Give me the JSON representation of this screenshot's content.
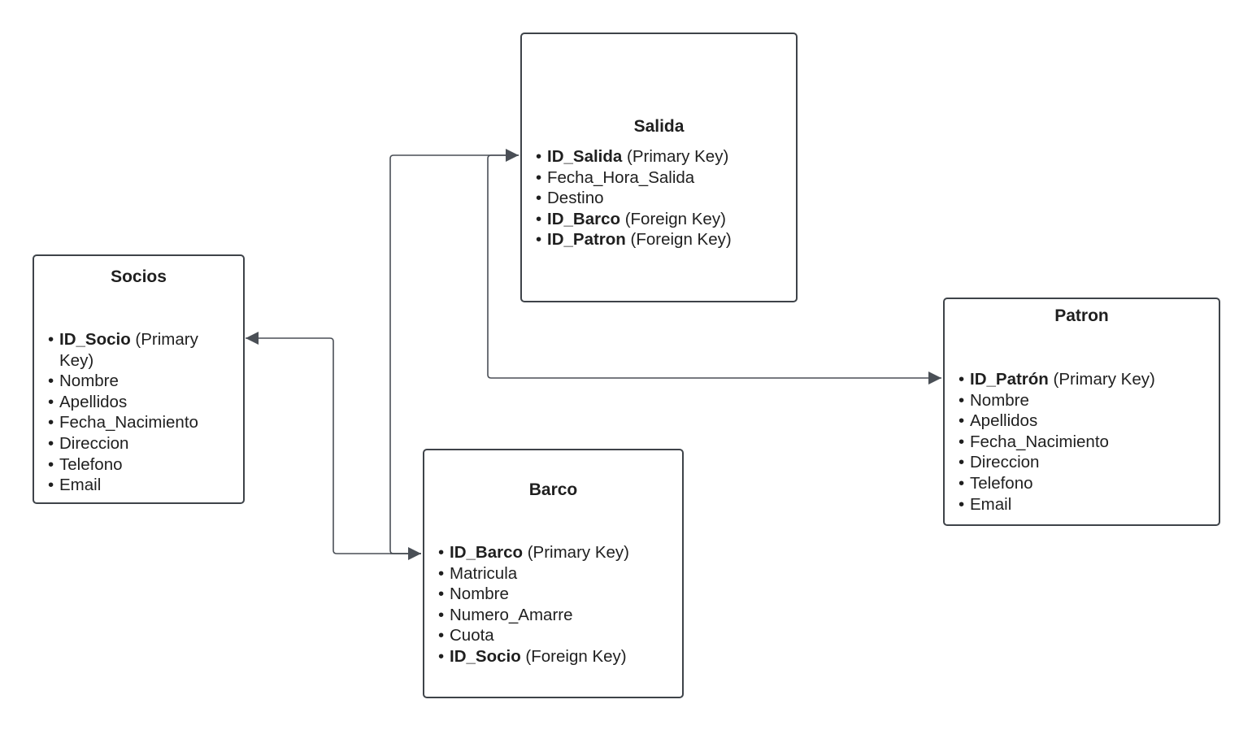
{
  "diagram": {
    "entities": [
      {
        "id": "socios",
        "title": "Socios",
        "fields": [
          {
            "name": "ID_Socio",
            "note": " (Primary Key)",
            "emphasis": true
          },
          {
            "name": "Nombre",
            "note": "",
            "emphasis": false
          },
          {
            "name": "Apellidos",
            "note": "",
            "emphasis": false
          },
          {
            "name": "Fecha_Nacimiento",
            "note": "",
            "emphasis": false
          },
          {
            "name": "Direccion",
            "note": "",
            "emphasis": false
          },
          {
            "name": "Telefono",
            "note": "",
            "emphasis": false
          },
          {
            "name": "Email",
            "note": "",
            "emphasis": false
          }
        ]
      },
      {
        "id": "salida",
        "title": "Salida",
        "fields": [
          {
            "name": "ID_Salida",
            "note": " (Primary Key)",
            "emphasis": true
          },
          {
            "name": "Fecha_Hora_Salida",
            "note": "",
            "emphasis": false
          },
          {
            "name": "Destino",
            "note": "",
            "emphasis": false
          },
          {
            "name": "ID_Barco",
            "note": " (Foreign Key)",
            "emphasis": true
          },
          {
            "name": "ID_Patron",
            "note": " (Foreign Key)",
            "emphasis": true
          }
        ]
      },
      {
        "id": "barco",
        "title": "Barco",
        "fields": [
          {
            "name": "ID_Barco",
            "note": " (Primary Key)",
            "emphasis": true
          },
          {
            "name": "Matricula",
            "note": "",
            "emphasis": false
          },
          {
            "name": "Nombre",
            "note": "",
            "emphasis": false
          },
          {
            "name": "Numero_Amarre",
            "note": "",
            "emphasis": false
          },
          {
            "name": "Cuota",
            "note": "",
            "emphasis": false
          },
          {
            "name": "ID_Socio",
            "note": " (Foreign Key)",
            "emphasis": true
          }
        ]
      },
      {
        "id": "patron",
        "title": "Patron",
        "fields": [
          {
            "name": "ID_Patrón",
            "note": " (Primary Key)",
            "emphasis": true
          },
          {
            "name": "Nombre",
            "note": "",
            "emphasis": false
          },
          {
            "name": "Apellidos",
            "note": "",
            "emphasis": false
          },
          {
            "name": "Fecha_Nacimiento",
            "note": "",
            "emphasis": false
          },
          {
            "name": "Direccion",
            "note": "",
            "emphasis": false
          },
          {
            "name": "Telefono",
            "note": "",
            "emphasis": false
          },
          {
            "name": "Email",
            "note": "",
            "emphasis": false
          }
        ]
      }
    ],
    "relationships": [
      {
        "from": "barco",
        "to": "socios",
        "label": ""
      },
      {
        "from": "barco",
        "to": "salida",
        "label": ""
      },
      {
        "from": "salida",
        "to": "patron",
        "label": ""
      }
    ],
    "colors": {
      "border": "#3e4349",
      "connector": "#4a4f56",
      "text": "#1f1f1f",
      "background": "#ffffff"
    }
  }
}
